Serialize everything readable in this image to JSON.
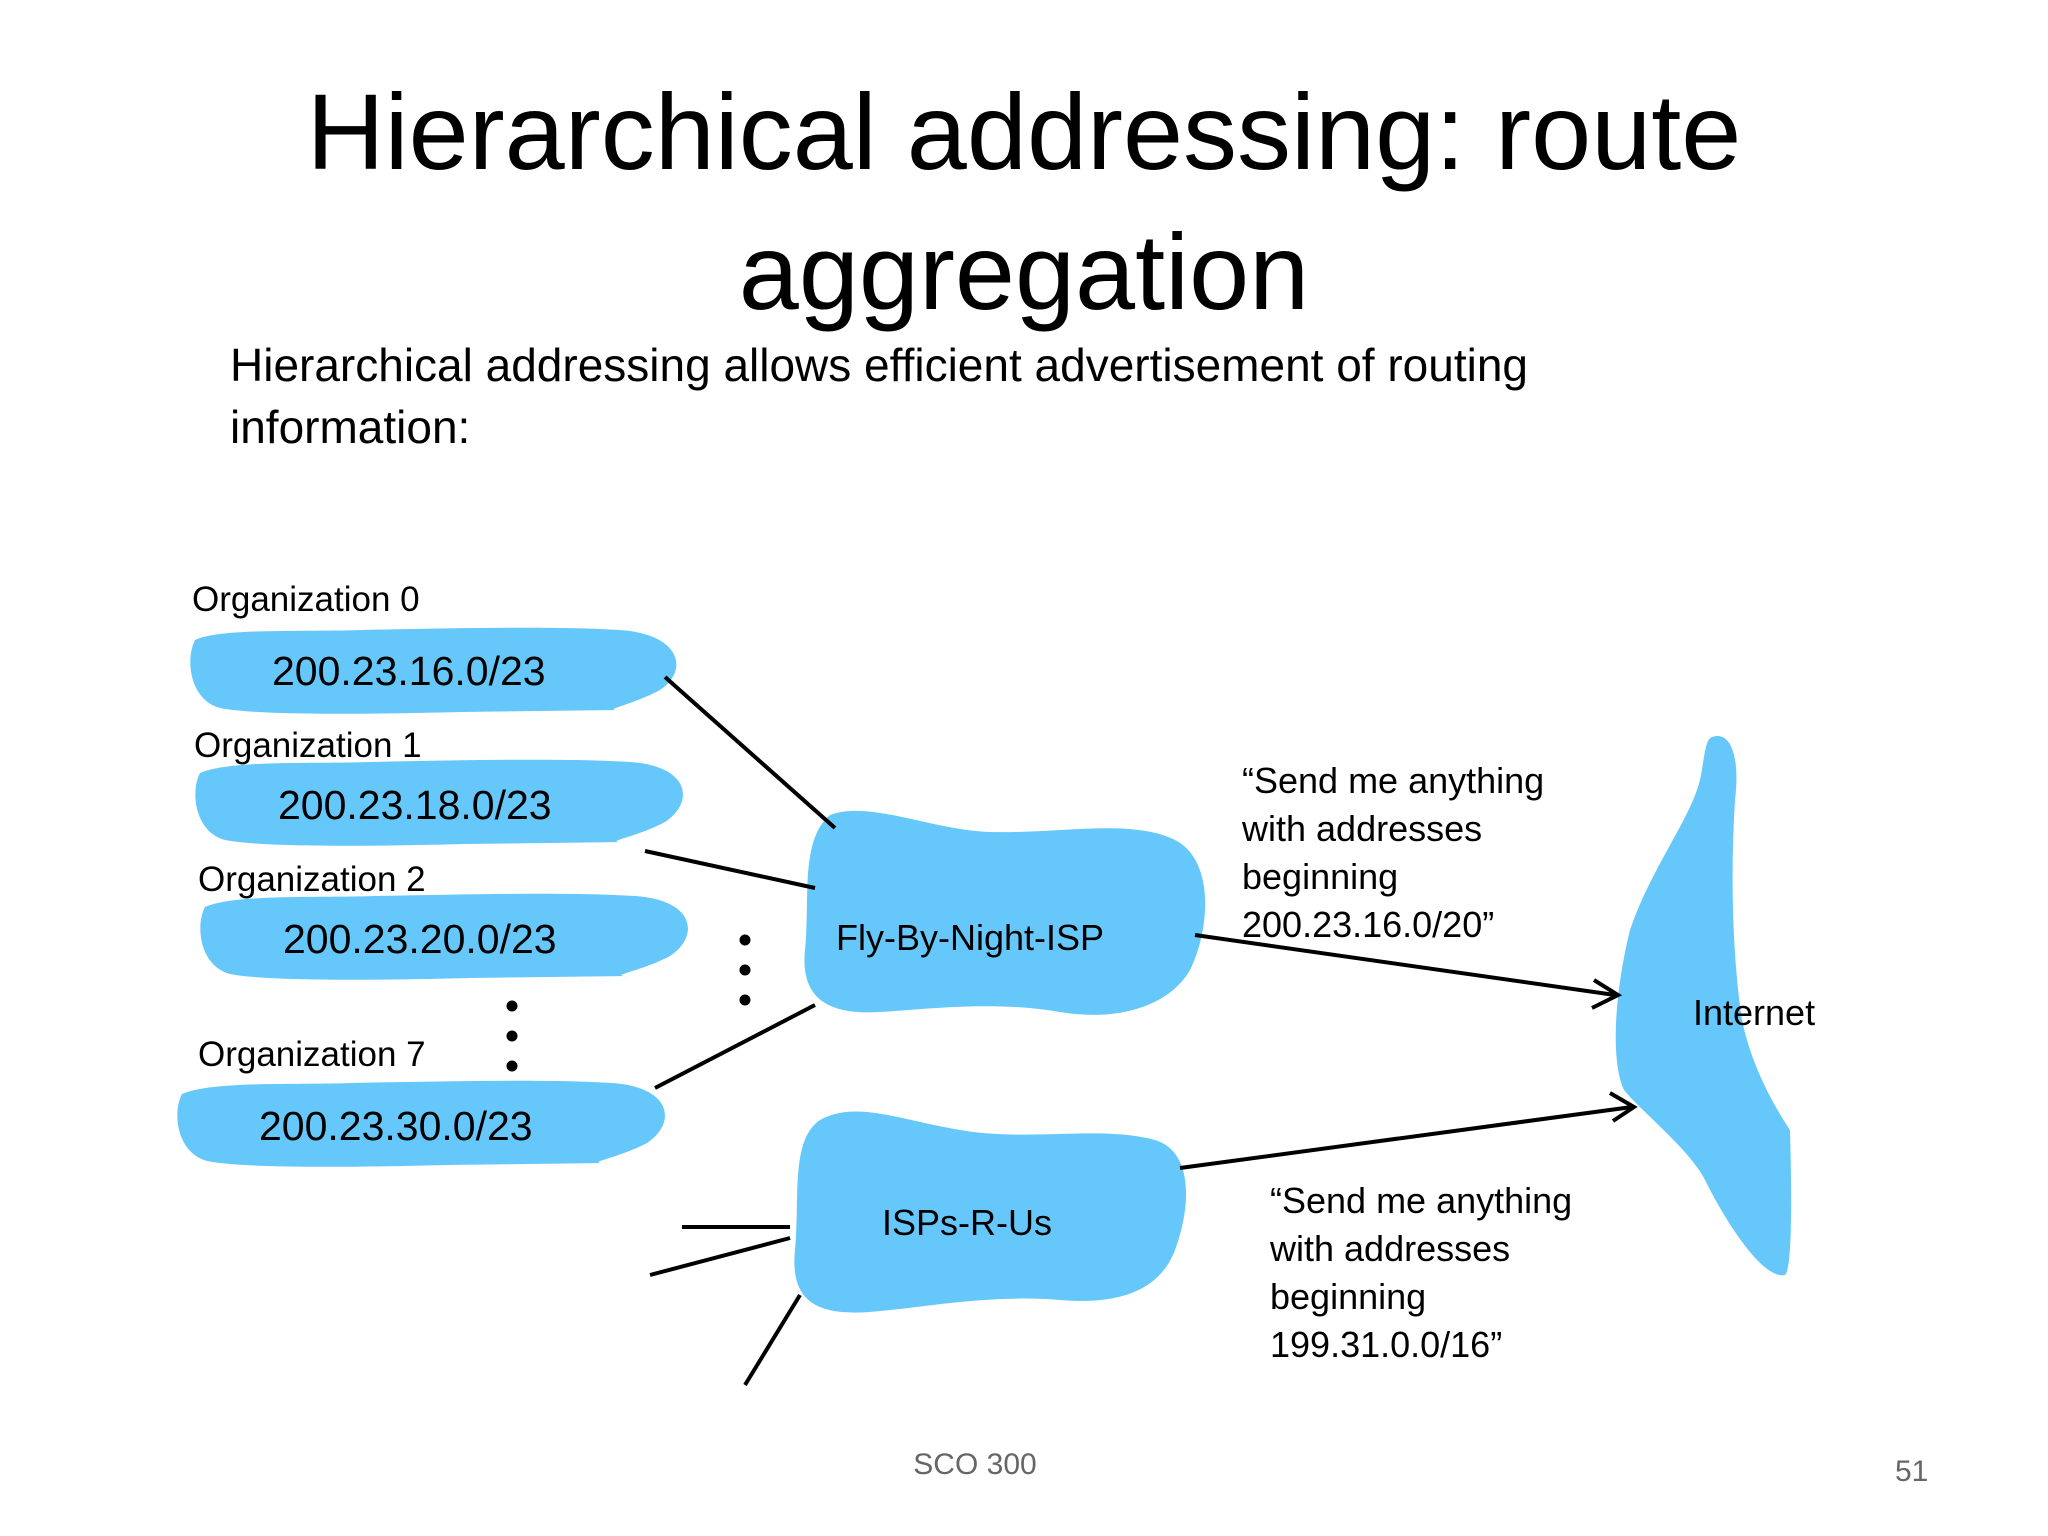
{
  "title": {
    "line1": "Hierarchical addressing: route",
    "line2": "aggregation"
  },
  "subtitle": {
    "line1": "Hierarchical addressing allows efficient advertisement of routing",
    "line2": "information:"
  },
  "organizations": [
    {
      "label": "Organization 0",
      "address": "200.23.16.0/23"
    },
    {
      "label": "Organization 1",
      "address": "200.23.18.0/23"
    },
    {
      "label": "Organization 2",
      "address": "200.23.20.0/23"
    },
    {
      "label": "Organization 7",
      "address": "200.23.30.0/23"
    }
  ],
  "isps": [
    {
      "label": "Fly-By-Night-ISP"
    },
    {
      "label": "ISPs-R-Us"
    }
  ],
  "internet": {
    "label": "Internet"
  },
  "messages": {
    "fly_by_night": [
      "“Send me anything",
      "with addresses",
      "beginning",
      "200.23.16.0/20”"
    ],
    "isps_r_us": [
      "“Send me anything",
      "with addresses",
      "beginning",
      "199.31.0.0/16”"
    ]
  },
  "footer": {
    "course": "SCO 300",
    "page": "51"
  },
  "colors": {
    "cloud": "#66c8fa",
    "line": "#000000",
    "text": "#000000"
  }
}
